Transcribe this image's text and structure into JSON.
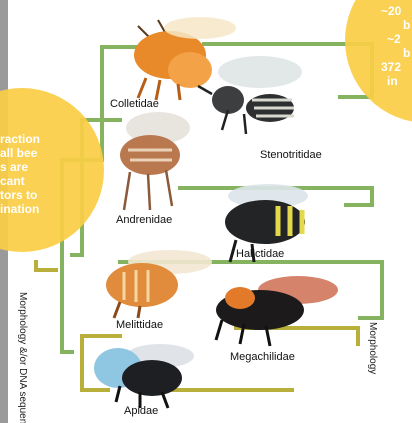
{
  "families": {
    "colletidae": "Colletidae",
    "stenotritidae": "Stenotritidae",
    "andrenidae": "Andrenidae",
    "halictidae": "Halictidae",
    "melittidae": "Melittidae",
    "megachilidae": "Megachilidae",
    "apidae": "Apidae"
  },
  "labels": {
    "morphology_dna": "Morphology &/or DNA sequences",
    "morphology": "Morphology"
  },
  "callout_left": {
    "lines": [
      "raction",
      "all bee",
      "s are",
      "cant",
      "tors to",
      "ination"
    ]
  },
  "callout_right": {
    "lines": [
      "~20",
      "b",
      "~2",
      "b",
      "372",
      "in"
    ]
  },
  "colors": {
    "green_branch": "#86b360",
    "olive_branch": "#b8b03a",
    "callout": "#facd46"
  }
}
